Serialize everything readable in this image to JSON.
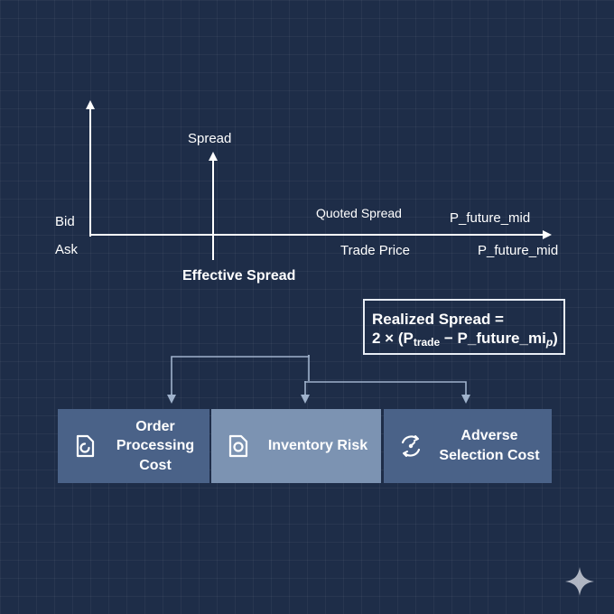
{
  "chart": {
    "bid_label": "Bid",
    "ask_label": "Ask",
    "spread_label": "Spread",
    "effective_spread_label": "Effective Spread",
    "quoted_spread_label": "Quoted Spread",
    "trade_price_label": "Trade Price",
    "future_mid_label_upper": "P_future_mid",
    "future_mid_label_lower": "P_future_mid"
  },
  "formula": {
    "line1": "Realized Spread =",
    "prefix": "2 × (P",
    "sub_trade": "trade",
    "middle": " − P_future_mi",
    "sub_p": "p",
    "suffix": ")"
  },
  "components": [
    {
      "label": "Order Processing Cost",
      "icon": "document-clock-icon"
    },
    {
      "label": "Inventory Risk",
      "icon": "inventory-document-icon"
    },
    {
      "label": "Adverse Selection Cost",
      "icon": "gauge-arrows-icon"
    }
  ],
  "colors": {
    "background": "#1e2d48",
    "box_default": "#4a6288",
    "box_highlight": "#7c93b2",
    "connector": "#9fb2cc"
  },
  "watermark_icon": "sparkle-icon"
}
